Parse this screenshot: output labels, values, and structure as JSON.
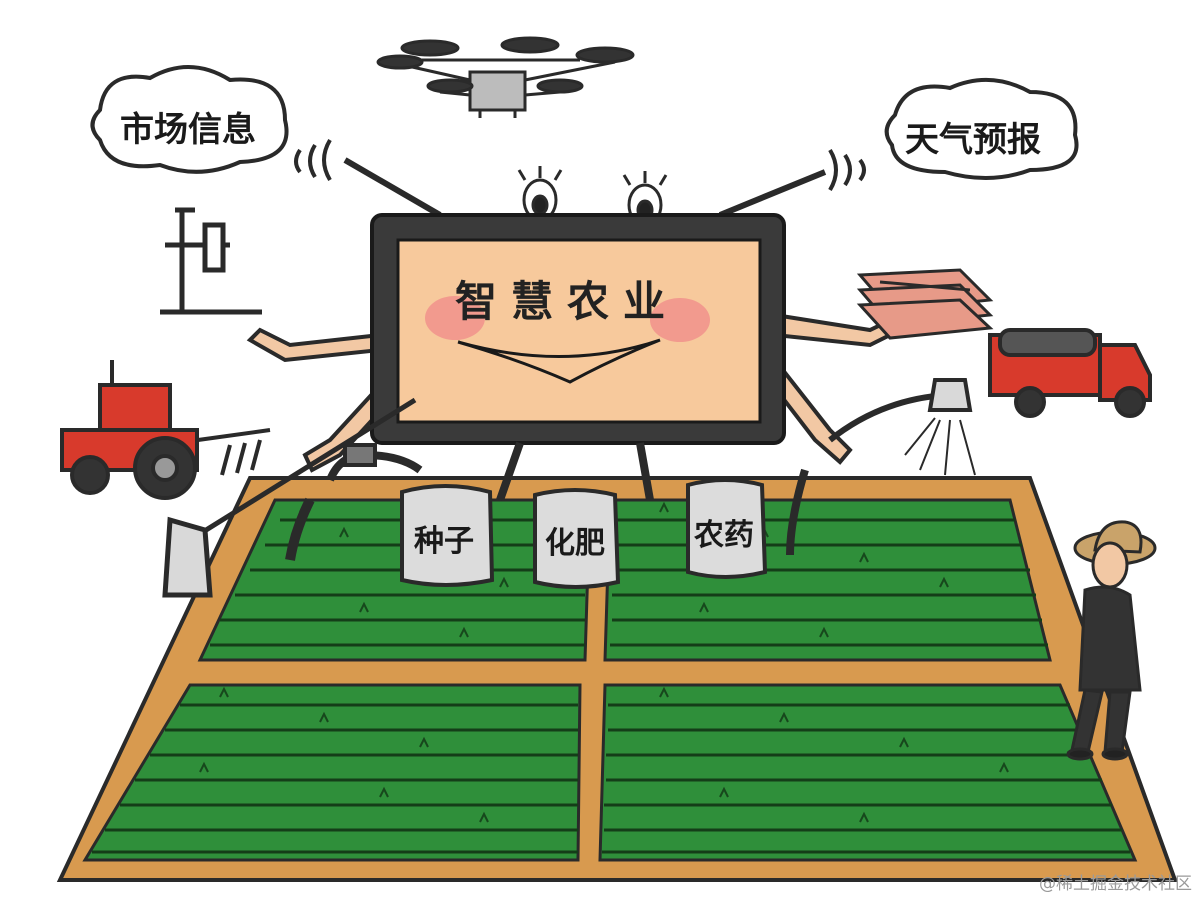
{
  "bubbles": {
    "market": "市场信息",
    "weather": "天气预报"
  },
  "screen": {
    "title": "智慧农业"
  },
  "sacks": {
    "seeds": "种子",
    "fertilizer": "化肥",
    "pesticide": "农药"
  },
  "watermark": "@稀土掘金技术社区",
  "colors": {
    "field_green": "#2f8f3a",
    "field_border": "#d89a4f",
    "screen_face": "#f7c99c",
    "screen_frame": "#3a3a3a",
    "tractor_red": "#d83a2c",
    "truck_red": "#d83a2c",
    "cheek_pink": "#f08a8a"
  }
}
